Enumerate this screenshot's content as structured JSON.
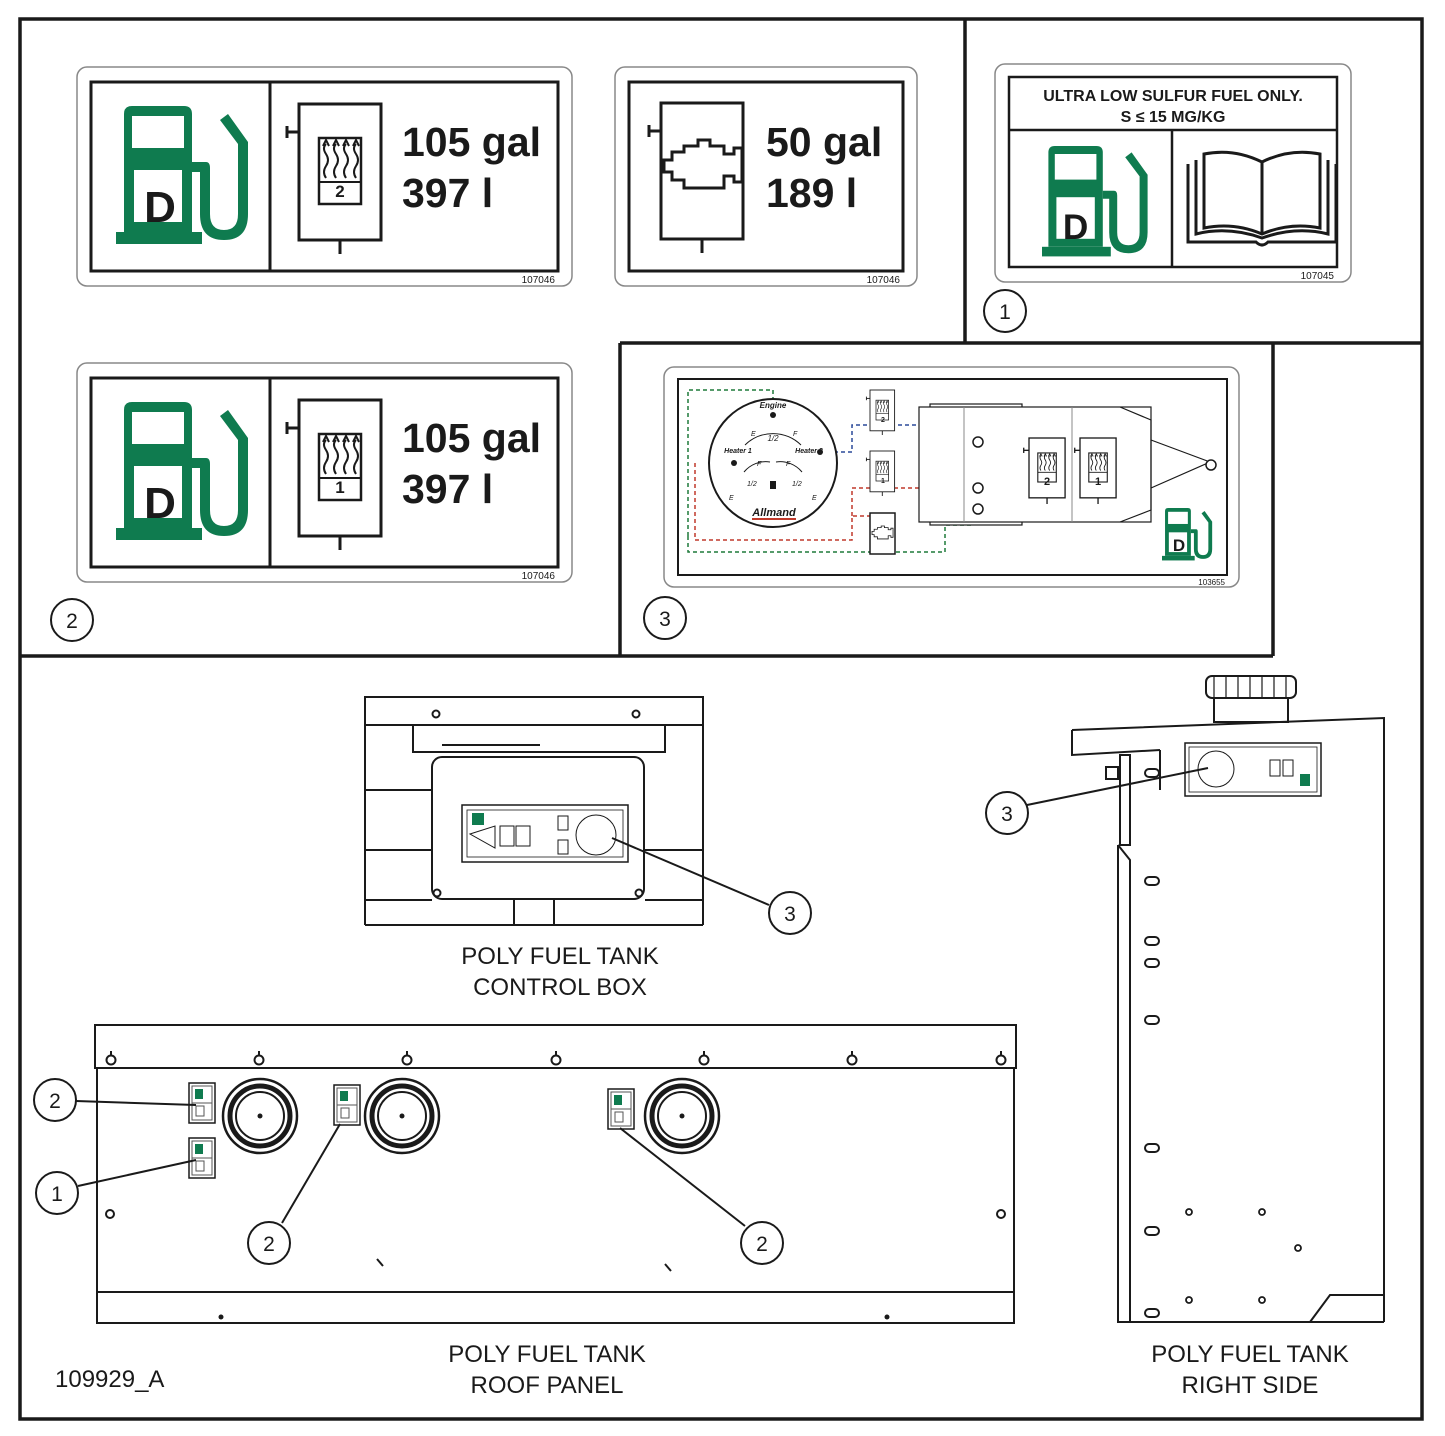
{
  "labels": {
    "decal_1": {
      "line1": "ULTRA LOW SULFUR FUEL ONLY.",
      "line2": "S ≤ 15 MG/KG",
      "part_no": "107045"
    },
    "decal_heater2": {
      "gal": "105 gal",
      "liters": "397 l",
      "num": "2",
      "part_no": "107046"
    },
    "decal_engine": {
      "gal": "50 gal",
      "liters": "189 l",
      "part_no": "107046"
    },
    "decal_heater1": {
      "gal": "105 gal",
      "liters": "397 l",
      "num": "1",
      "part_no": "107046"
    },
    "decal_3": {
      "engine": "Engine",
      "heater1": "Heater 1",
      "heater2": "Heater 2",
      "half": "1/2",
      "e": "E",
      "f": "F",
      "brand": "Allmand",
      "num1": "1",
      "num2": "2",
      "part_no": "103655"
    },
    "fuel_letter": "D"
  },
  "callouts": {
    "one": "1",
    "two": "2",
    "three": "3"
  },
  "views": {
    "control_box": {
      "line1": "POLY FUEL TANK",
      "line2": "CONTROL BOX"
    },
    "roof_panel": {
      "line1": "POLY FUEL TANK",
      "line2": "ROOF PANEL"
    },
    "right_side": {
      "line1": "POLY FUEL TANK",
      "line2": "RIGHT SIDE"
    }
  },
  "drawing_number": "109929_A",
  "colors": {
    "fuel_green": "#0f7b4f",
    "line": "#1a1a1a",
    "red_dash": "#c0392b",
    "blue_dash": "#2c4a9a",
    "green_dash": "#1f7a3a"
  }
}
